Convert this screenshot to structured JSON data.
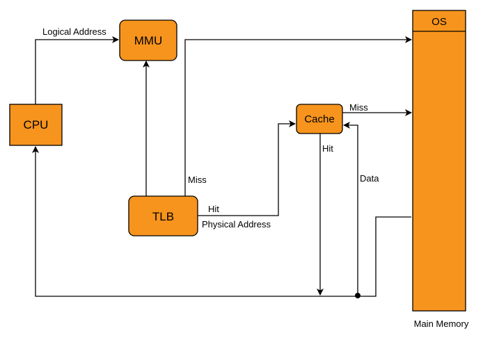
{
  "nodes": {
    "cpu": "CPU",
    "mmu": "MMU",
    "tlb": "TLB",
    "cache": "Cache",
    "os": "OS",
    "main_memory": "Main Memory"
  },
  "edges": {
    "logical_address": "Logical Address",
    "tlb_miss": "Miss",
    "tlb_hit": "Hit",
    "physical_address": "Physical Address",
    "cache_miss": "Miss",
    "cache_hit": "Hit",
    "data": "Data"
  },
  "colors": {
    "box_fill": "#f7941d",
    "stroke": "#000000"
  }
}
